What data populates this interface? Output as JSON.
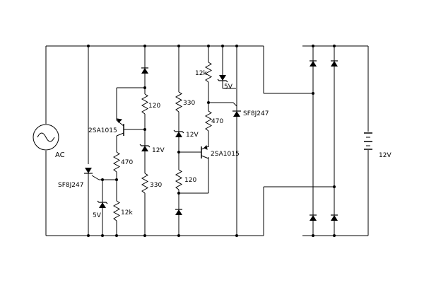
{
  "diagram": {
    "labels": {
      "ac": "AC",
      "scr_left": "SF8J247",
      "scr_right": "SF8J247",
      "transistor_left": "2SA1015",
      "transistor_right": "2SA1015",
      "r_120_a": "120",
      "r_470_a": "470",
      "r_12k_a": "12k",
      "r_330_a": "330",
      "r_330_b": "330",
      "r_470_b": "470",
      "r_12k_b": "12k",
      "r_120_b": "120",
      "zener_5v_left": "5V",
      "zener_12v_a": "12V",
      "zener_12v_b": "12V",
      "zener_5v_right": "5V",
      "battery": "12V"
    },
    "colors": {
      "wire": "#000000",
      "background": "#ffffff"
    }
  }
}
